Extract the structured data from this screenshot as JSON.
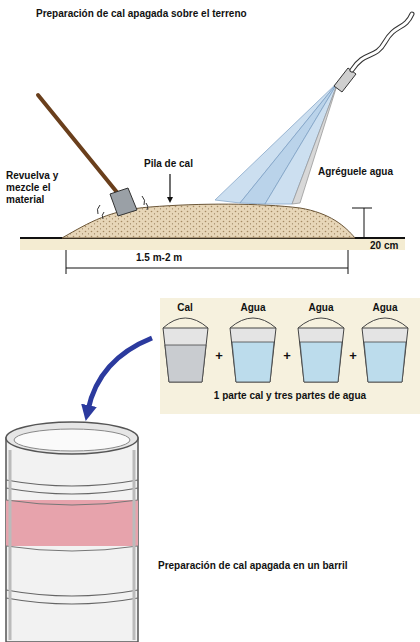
{
  "diagram": {
    "title": "Preparación de cal apagada sobre el terreno",
    "labels": [
      "Revuelva y mezcle el material",
      "Pila de cal",
      "Agréguele agua",
      "20 cm",
      "1.5 m-2 m",
      "Cal",
      "Agua",
      "Agua",
      "Agua",
      "+",
      "+",
      "+",
      "1 parte cal y tres partes de agua",
      "Preparación de cal apagada en un barril"
    ]
  }
}
